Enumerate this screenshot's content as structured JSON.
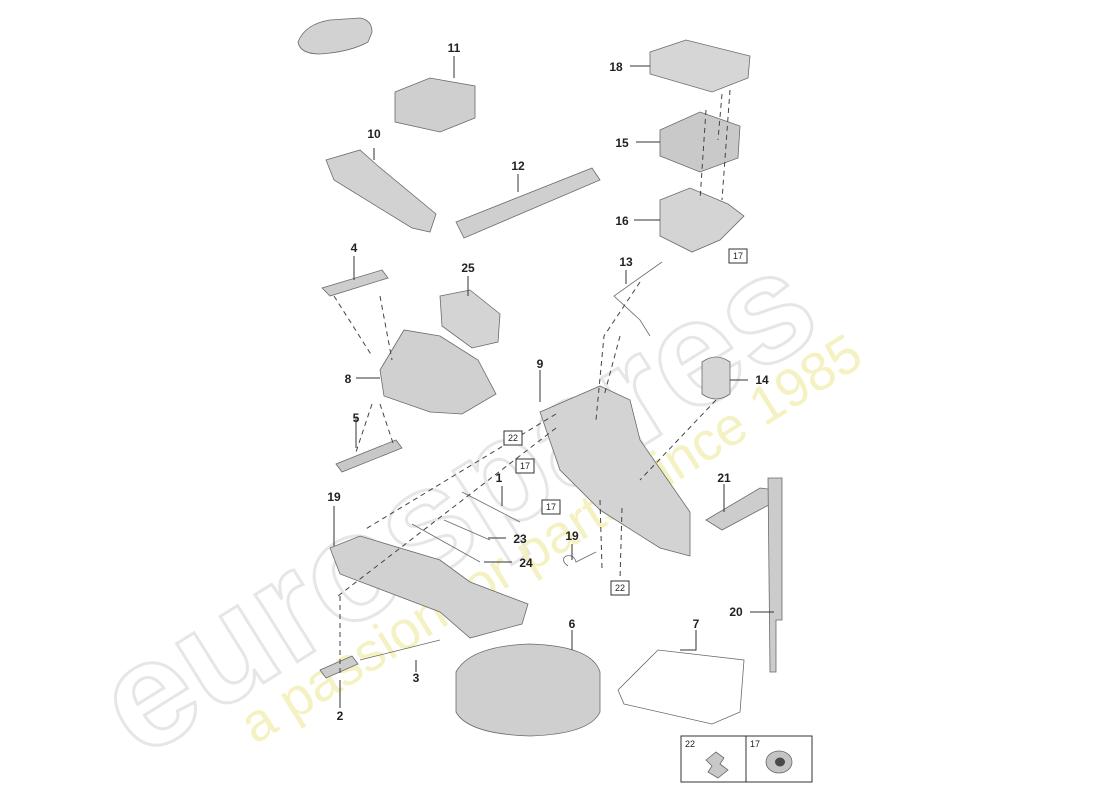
{
  "watermark": {
    "brand": "eurospares",
    "tagline": "a passion for parts since 1985"
  },
  "callouts": [
    {
      "num": "1"
    },
    {
      "num": "2"
    },
    {
      "num": "3"
    },
    {
      "num": "4"
    },
    {
      "num": "5"
    },
    {
      "num": "6"
    },
    {
      "num": "7"
    },
    {
      "num": "8"
    },
    {
      "num": "9"
    },
    {
      "num": "10"
    },
    {
      "num": "11"
    },
    {
      "num": "12"
    },
    {
      "num": "13"
    },
    {
      "num": "14"
    },
    {
      "num": "15"
    },
    {
      "num": "16"
    },
    {
      "num": "17"
    },
    {
      "num": "18"
    },
    {
      "num": "19"
    },
    {
      "num": "20"
    },
    {
      "num": "21"
    },
    {
      "num": "22"
    },
    {
      "num": "23"
    },
    {
      "num": "24"
    },
    {
      "num": "25"
    }
  ],
  "ref_boxes": [
    "22",
    "17",
    "17",
    "22",
    "17"
  ],
  "legend": {
    "left_num": "22",
    "right_num": "17"
  },
  "colors": {
    "part_fill": "#d6d6d6",
    "part_dark": "#bdbdbd",
    "line": "#333333",
    "watermark_gray": "#e6e6e6",
    "watermark_yellow": "#f3f0b8"
  }
}
